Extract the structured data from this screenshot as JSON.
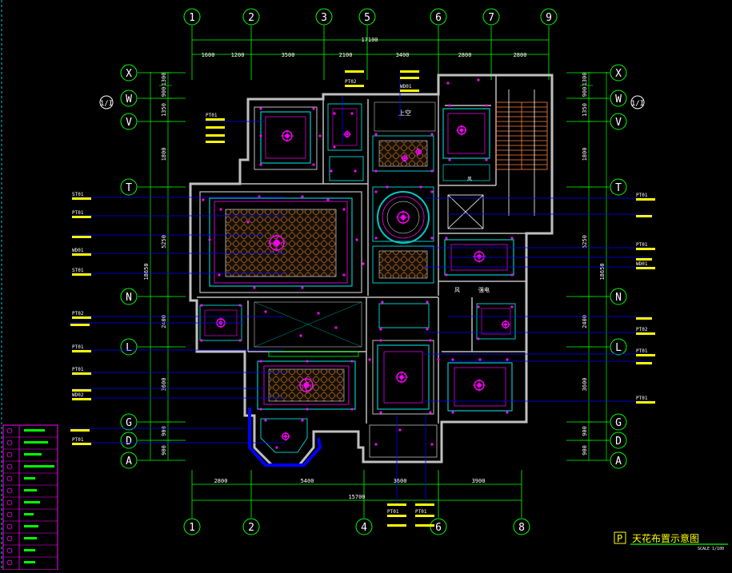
{
  "drawing": {
    "title_letter": "P",
    "title": "天花布置示意图",
    "scale_text": "SCALE 1/100",
    "colors": {
      "background": "#000000",
      "axis": "#00ff00",
      "wall": "#c0c0c0",
      "cyan": "#00c8c8",
      "magenta": "#ff00ff",
      "blue": "#0000ff",
      "yellow": "#ffff00",
      "orange": "#ff8040",
      "white": "#ffffff"
    }
  },
  "grid": {
    "top_axes": [
      "1",
      "2",
      "3",
      "5",
      "6",
      "7",
      "9"
    ],
    "bottom_axes": [
      "1",
      "2",
      "4",
      "6",
      "8"
    ],
    "left_axes": [
      "X",
      "W",
      "V",
      "T",
      "N",
      "L",
      "G",
      "D",
      "A"
    ],
    "right_axes": [
      "X",
      "W",
      "V",
      "T",
      "N",
      "L",
      "G",
      "D",
      "A"
    ],
    "section_marks": [
      "1/I",
      "1/I"
    ]
  },
  "dimensions": {
    "top_total": "17100",
    "top_segments": [
      "1600",
      "1200",
      "3500",
      "2100",
      "3400",
      "2800",
      "2800"
    ],
    "bottom_total": "15700",
    "bottom_segments": [
      "2800",
      "5400",
      "3600",
      "3900"
    ],
    "left_total": "18650",
    "left_segments": [
      "1300",
      "900",
      "1350",
      "1800",
      "5250",
      "2400",
      "3600",
      "900",
      "900"
    ],
    "right_total": "18650",
    "right_segments": [
      "1300",
      "900",
      "1350",
      "1800",
      "5250",
      "2400",
      "3600",
      "900",
      "900"
    ]
  },
  "tags_left": [
    "ST01",
    "PT01",
    "WD01",
    "ST01",
    "PT02",
    "PT01",
    "PT01",
    "WD02",
    "PT01"
  ],
  "tags_right": [
    "PT01",
    "PT01",
    "WD01",
    "PT02",
    "PT01",
    "PT01"
  ],
  "tags_top": [
    "PT02",
    "WD01",
    "PT01"
  ],
  "tags_bottom": [
    "PT01",
    "PT01"
  ],
  "room_words": [
    "上空",
    "风",
    "强电",
    "风"
  ],
  "legend_count": 12
}
